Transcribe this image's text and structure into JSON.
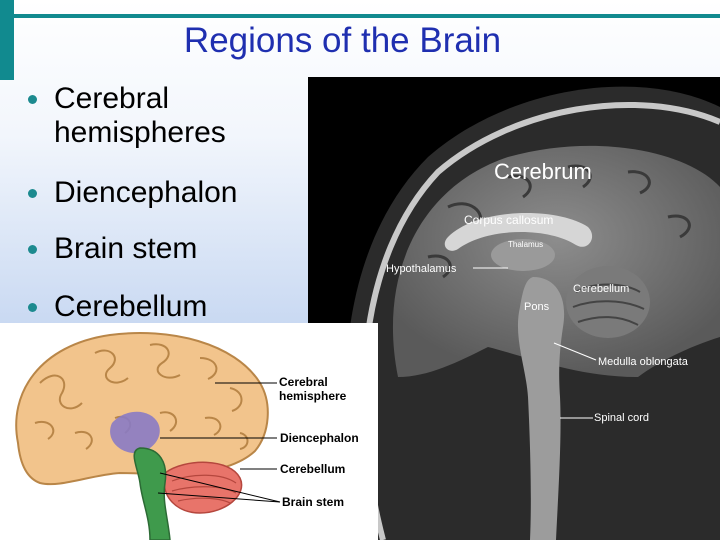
{
  "slide": {
    "title": "Regions of the Brain",
    "bullets": [
      {
        "line1": "Cerebral",
        "line2": "hemispheres"
      },
      {
        "line1": "Diencephalon"
      },
      {
        "line1": "Brain stem"
      },
      {
        "line1": "Cerebellum"
      }
    ]
  },
  "mri": {
    "labels": {
      "cerebrum": "Cerebrum",
      "corpus_callosum": "Corpus callosum",
      "thalamus": "Thalamus",
      "hypothalamus": "Hypothalamus",
      "pons": "Pons",
      "cerebellum": "Cerebellum",
      "medulla": "Medulla oblongata",
      "spinal_cord": "Spinal cord"
    }
  },
  "illustration": {
    "labels": {
      "cerebral_line1": "Cerebral",
      "cerebral_line2": "hemisphere",
      "diencephalon": "Diencephalon",
      "cerebellum": "Cerebellum",
      "brain_stem": "Brain stem"
    }
  },
  "colors": {
    "title": "#1f2fb0",
    "accent": "#118a8f",
    "brain_tan": "#f2c48c",
    "cerebellum_red": "#e8746a",
    "diencephalon_purple": "#8a7bc4",
    "brainstem_green": "#3f9a4c"
  }
}
